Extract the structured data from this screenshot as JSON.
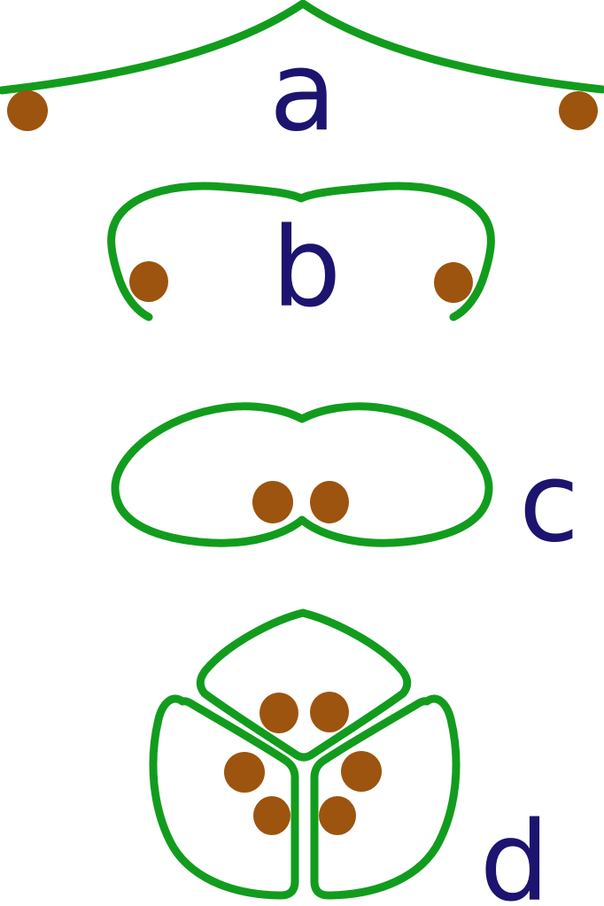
{
  "colors": {
    "background": "#ffffff",
    "outline": "#129C1D",
    "ovule": "#9C540E",
    "label": "#1D1470"
  },
  "panels": {
    "a": {
      "label": "a",
      "ovules": 2
    },
    "b": {
      "label": "b",
      "ovules": 2
    },
    "c": {
      "label": "c",
      "ovules": 2
    },
    "d": {
      "label": "d",
      "ovules": 6
    }
  }
}
